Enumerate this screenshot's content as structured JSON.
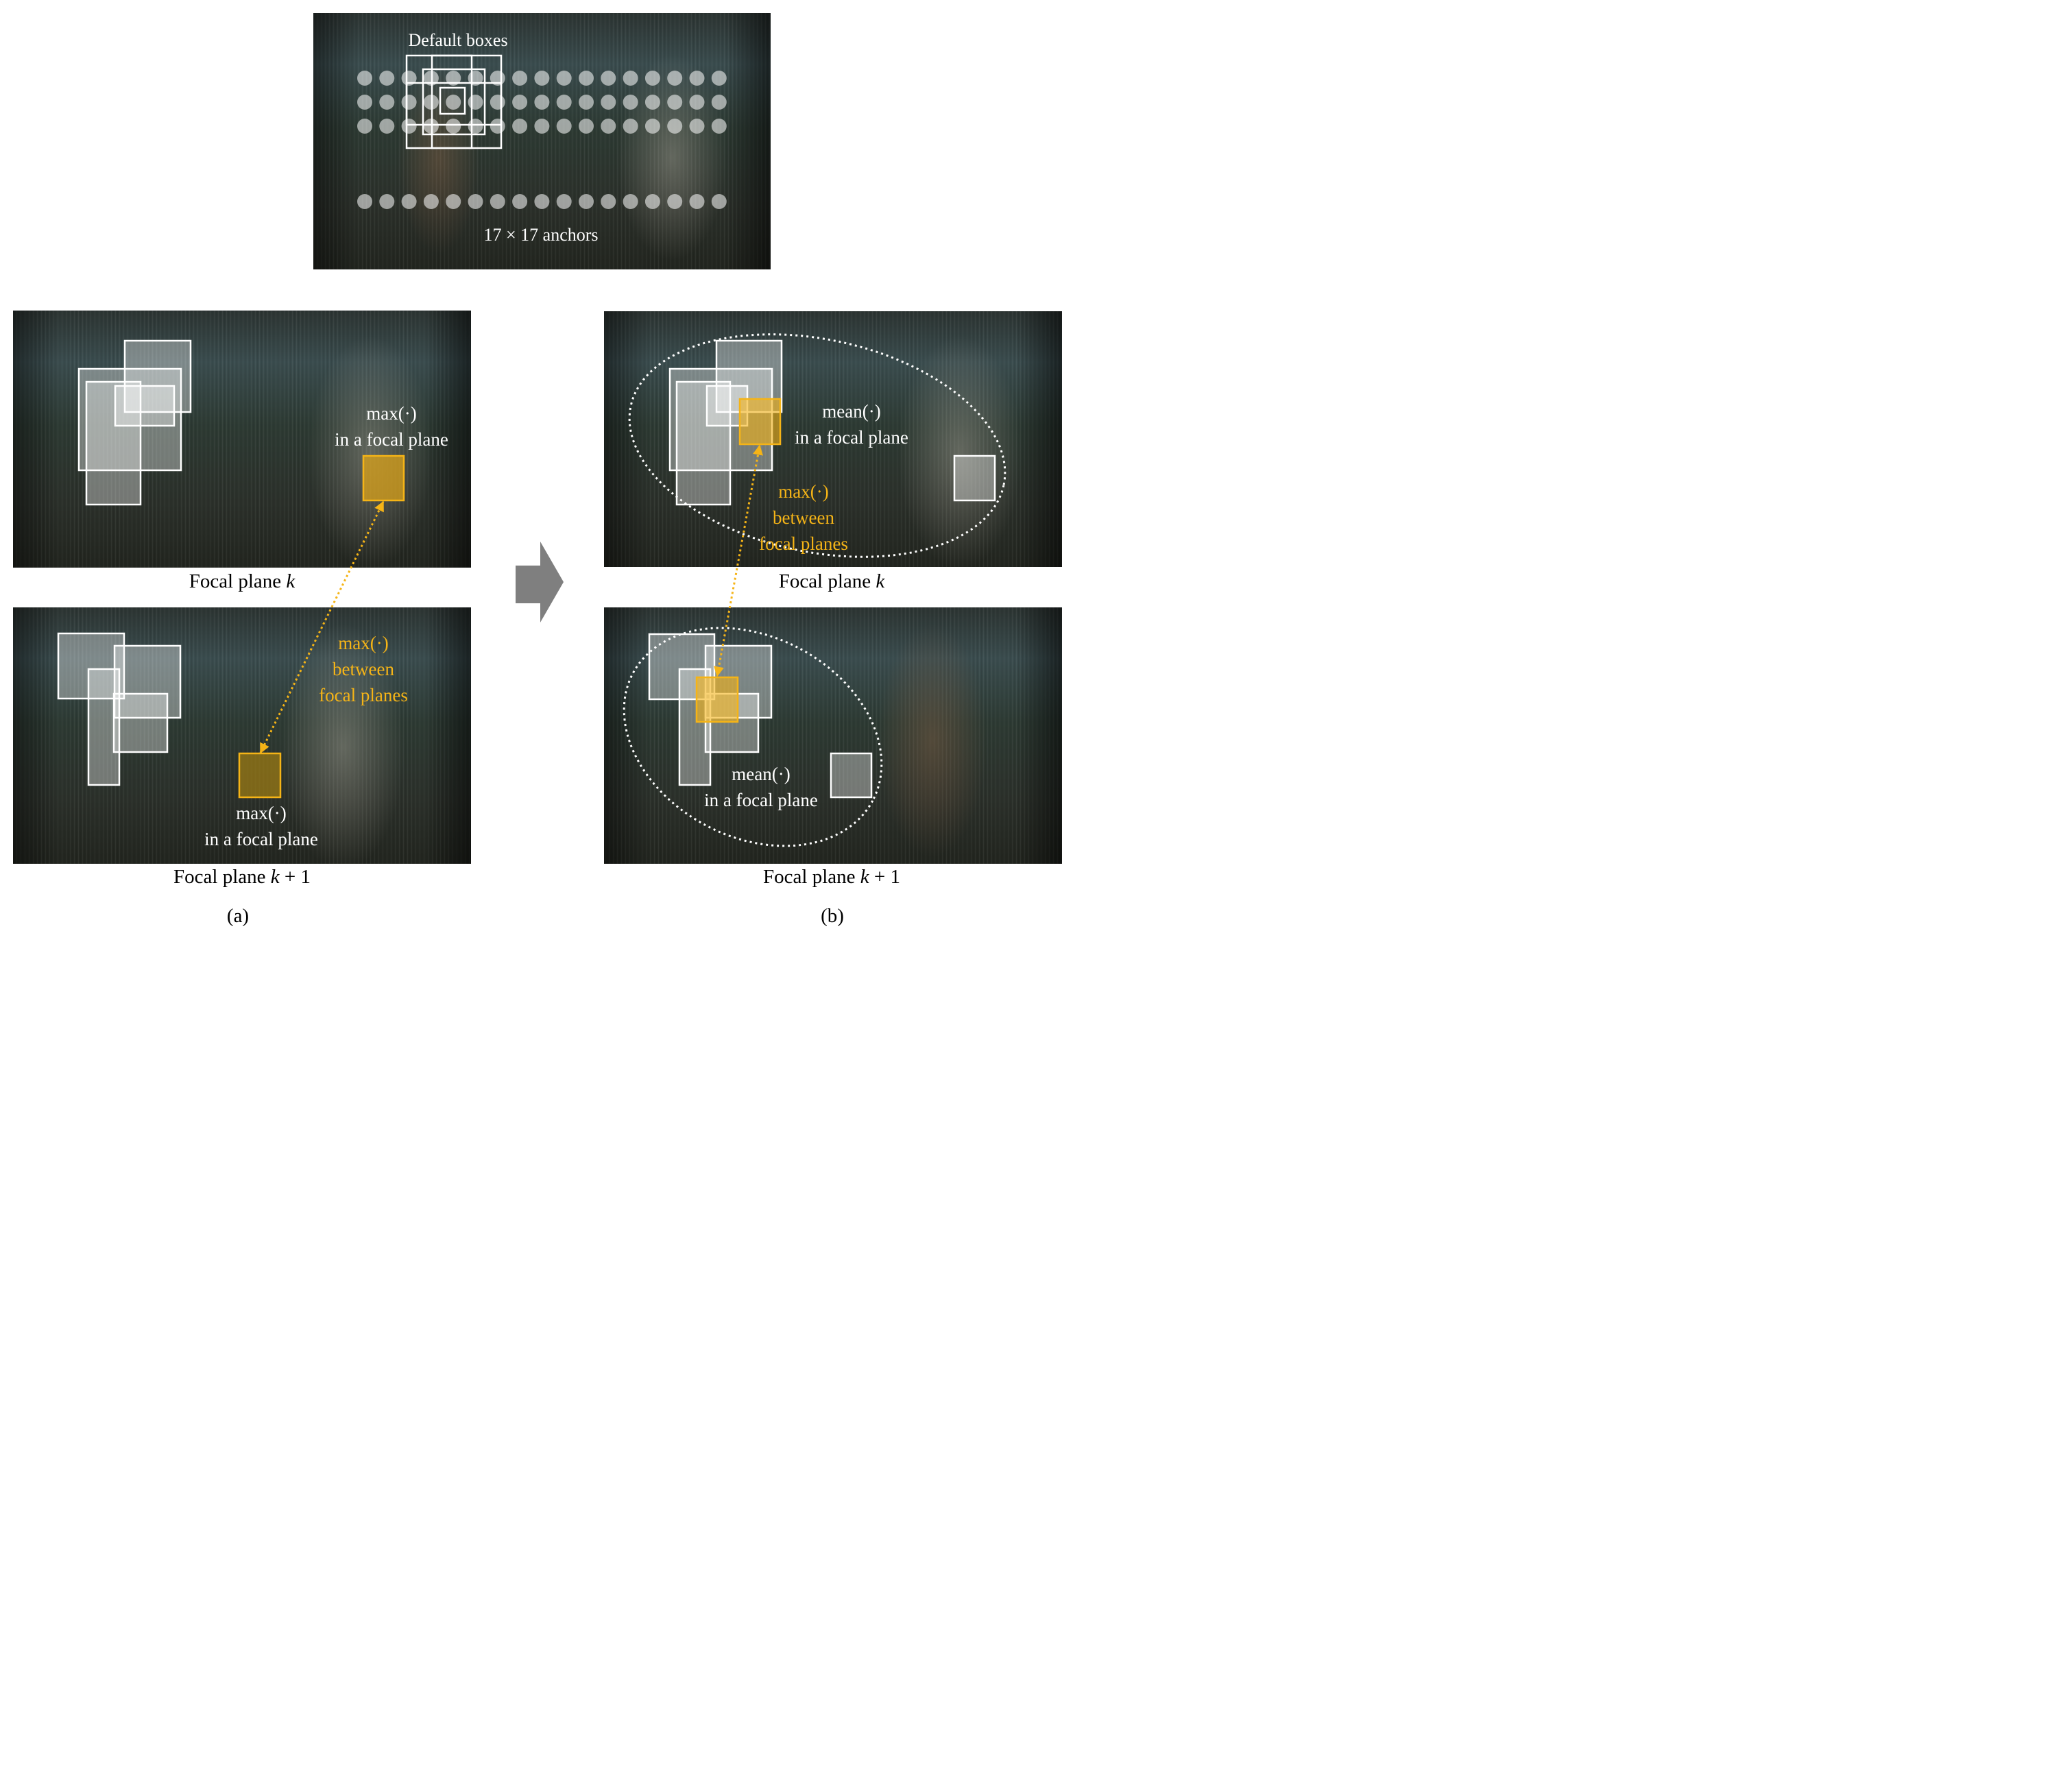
{
  "top_panel": {
    "default_boxes_label": "Default boxes",
    "anchors_label": "17 × 17 anchors"
  },
  "panel_a": {
    "plane_k": {
      "caption_text": "Focal plane ",
      "caption_var": "k",
      "annotation_line1": "max(·)",
      "annotation_line2": "in a focal plane"
    },
    "plane_k1": {
      "caption_text": "Focal plane ",
      "caption_var": "k",
      "caption_suffix": " + 1",
      "annotation_line1": "max(·)",
      "annotation_line2": "in a focal plane"
    },
    "between_line1": "max(·)",
    "between_line2": "between",
    "between_line3": "focal planes",
    "label": "(a)"
  },
  "panel_b": {
    "plane_k": {
      "caption_text": "Focal plane ",
      "caption_var": "k",
      "annotation_line1": "mean(·)",
      "annotation_line2": "in a focal plane"
    },
    "plane_k1": {
      "caption_text": "Focal plane ",
      "caption_var": "k",
      "caption_suffix": " + 1",
      "annotation_line1": "mean(·)",
      "annotation_line2": "in a focal plane"
    },
    "between_line1": "max(·)",
    "between_line2": "between",
    "between_line3": "focal planes",
    "label": "(b)"
  },
  "colors": {
    "accent_orange": "#f5b417",
    "box_white": "#ffffff",
    "arrow_gray": "#7f7f7f",
    "scene_dark": "#2a3230"
  },
  "icons": [
    "right-arrow-icon"
  ]
}
